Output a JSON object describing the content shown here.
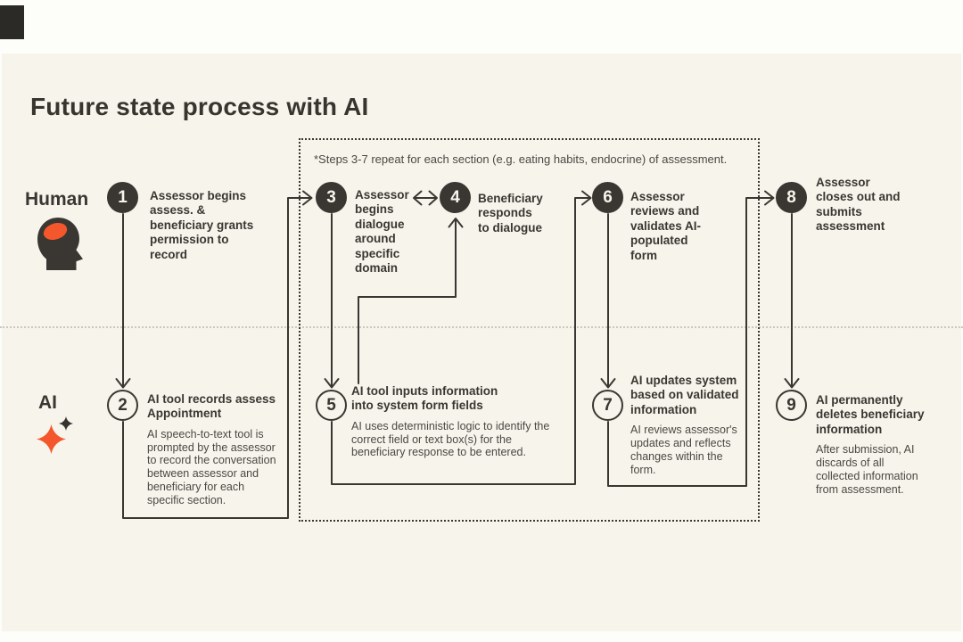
{
  "title": "Future state process with AI",
  "repeat_note": "*Steps 3-7 repeat for each section (e.g. eating habits, endocrine) of assessment.",
  "lanes": {
    "human": {
      "label": "Human",
      "icon": "human-head-brain-icon"
    },
    "ai": {
      "label": "AI",
      "icon": "sparkle-icon"
    }
  },
  "colors": {
    "ink": "#3A3732",
    "canvas_cream": "#F7F4EC",
    "accent_orange": "#F4572B",
    "divider_gray": "#CBC7BD"
  },
  "steps": [
    {
      "num": "1",
      "lane": "human",
      "title": "Assessor begins assess. & beneficiary grants permission to record"
    },
    {
      "num": "2",
      "lane": "ai",
      "title": "AI tool records assess Appointment",
      "desc": "AI speech-to-text tool is prompted by the assessor to record the conversation between assessor and beneficiary for each specific section."
    },
    {
      "num": "3",
      "lane": "human",
      "title": "Assessor begins dialogue around specific domain"
    },
    {
      "num": "4",
      "lane": "human",
      "title": "Beneficiary responds to dialogue"
    },
    {
      "num": "5",
      "lane": "ai",
      "title": "AI tool inputs information into system form fields",
      "desc": "AI uses deterministic logic to identify the correct field or text box(s) for the beneficiary response to be entered."
    },
    {
      "num": "6",
      "lane": "human",
      "title": "Assessor reviews and validates AI-populated form"
    },
    {
      "num": "7",
      "lane": "ai",
      "title": "AI updates system based on validated information",
      "desc": "AI reviews assessor's updates and reflects changes within the form."
    },
    {
      "num": "8",
      "lane": "human",
      "title": "Assessor closes out and submits assessment"
    },
    {
      "num": "9",
      "lane": "ai",
      "title": "AI permanently deletes beneficiary information",
      "desc": "After submission, AI discards of all collected information from assessment."
    }
  ]
}
